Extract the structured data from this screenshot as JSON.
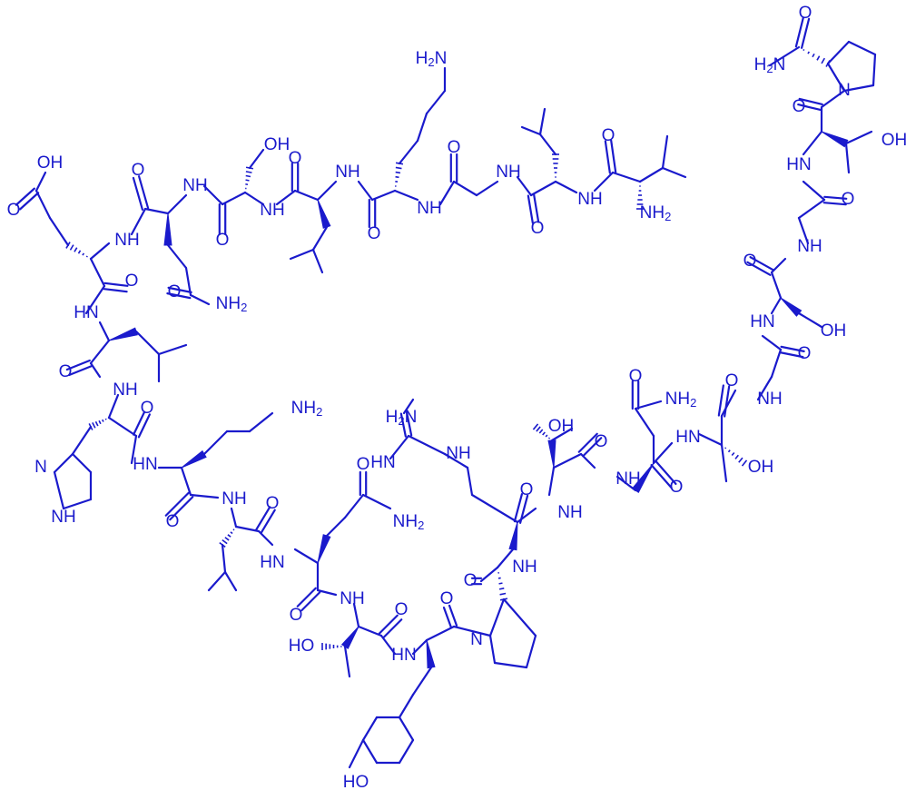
{
  "labels": {
    "pro_nh2": "H2N",
    "pro_o": "O",
    "pro_n": "N",
    "c1_o": "O",
    "thr1_oh": "OH",
    "nh_a": "HN",
    "c2_o": "O",
    "nh_b": "NH",
    "c3_o": "O",
    "nh_c": "HN",
    "ser_oh": "OH",
    "c4_o": "O",
    "nh_d": "NH",
    "c5_o": "O",
    "nh_e": "HN",
    "thr2_oh": "OH",
    "asn_o": "O",
    "asn_nh2": "NH2",
    "c6_o": "O",
    "nh_f": "NH",
    "thr3_oh": "OH",
    "c7_o": "O",
    "nh_g": "NH",
    "c8_o": "O",
    "arg_h2n": "H2N",
    "arg_hn": "HN",
    "arg_nh": "NH",
    "nh_h": "NH",
    "c9_o": "O",
    "pro2_n": "N",
    "c10_o": "O",
    "nh_i": "HN",
    "tyr_ho": "HO",
    "c11_o": "O",
    "nh_j": "NH",
    "thr4_ho": "HO",
    "c12_o": "O",
    "nh_k": "HN",
    "gln_o": "O",
    "gln_nh2": "NH2",
    "c13_o": "O",
    "nh_l": "NH",
    "c14_o": "O",
    "nh_m": "HN",
    "lys_nh2": "NH2",
    "c15_o": "O",
    "nh_n": "NH",
    "his_n": "N",
    "his_nh": "NH",
    "c16_o": "O",
    "nh_o": "HN",
    "c17_o": "O",
    "glu_oh": "OH",
    "glu_o": "O",
    "nh_p": "NH",
    "c18_o": "O",
    "gln2_o": "O",
    "gln2_nh2": "NH2",
    "nh_q": "NH",
    "c19_o": "O",
    "ser2_oh": "OH",
    "nh_r": "NH",
    "c20_o": "O",
    "lys2_nh2": "H2N",
    "nh_s": "NH",
    "c21_o": "O",
    "nh_t": "NH",
    "c22_o": "O",
    "nh_u": "NH",
    "c23_o": "O",
    "val_nh2": "NH2"
  }
}
